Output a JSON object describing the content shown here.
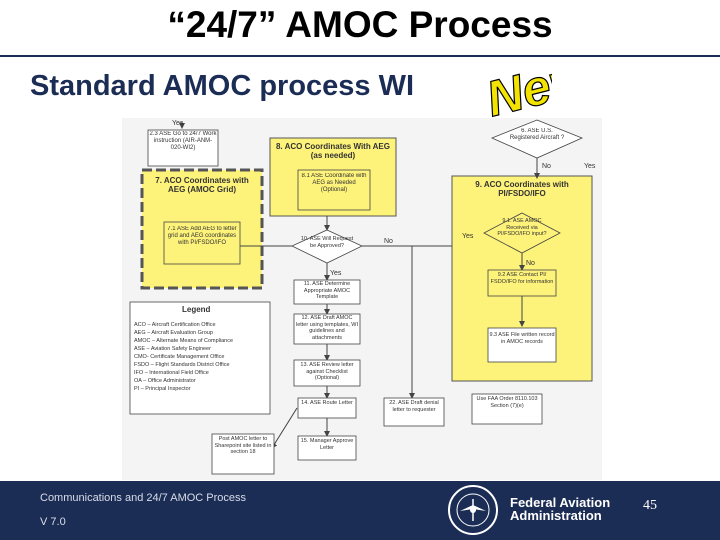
{
  "slide": {
    "title": "“24/7” AMOC Process",
    "subtitle": "Standard AMOC process WI",
    "badge_text": "New"
  },
  "flowchart": {
    "yes": "Yes",
    "no": "No",
    "b23": "2.3 ASE Go to 24/7 Work instruction (AIR-ANM-020-WI2)",
    "b7": "7. ACO Coordinates with AEG (AMOC Grid)",
    "b71": "7.1 ASE Add AEG to letter grid and AEG coordinates with PI/FSDO/IFO",
    "b8": "8. ACO Coordinates With AEG (as needed)",
    "b81": "8.1 ASE Coordinate with AEG as Needed (Optional)",
    "b6": "6. ASE U.S. Registered Aircraft ?",
    "b9": "9. ACO Coordinates with PI/FSDO/IFO",
    "b91": "9.1. ASE AMOC Received via PI/FSDO/IFO input?",
    "b92": "9.2 ASE Contact PI/ FSDO/IFO for information",
    "b93": "9.3 ASE File written record in AMOC records",
    "b10": "10. ASE Will Request be Approved?",
    "b11": "11. ASE Determine Appropriate AMOC Template",
    "b12": "12. ASE Draft AMOC letter using templates, WI guidelines and attachments",
    "b13": "13. ASE Review letter against Checklist (Optional)",
    "b14": "14. ASE Route Letter",
    "b22": "22. ASE Draft denial letter to requester",
    "bfaa": "Use FAA Order 8110.103 Section (7)(e)",
    "bpost": "Post AMOC letter to Sharepoint site listed in section 18",
    "b15": "15. Manager Approve Letter",
    "legend_title": "Legend",
    "legend": [
      "ACO – Aircraft Certification Office",
      "AEG – Aircraft Evaluation Group",
      "AMOC – Alternate Means of Compliance",
      "ASE – Aviation Safety Engineer",
      "CMO- Certificate Management Office",
      "FSDO – Flight Standards District Office",
      "IFO – International Field Office",
      "OA – Office Administrator",
      "PI – Principal Inspector"
    ]
  },
  "footer": {
    "text": "Communications and 24/7 AMOC Process",
    "version": "V 7.0",
    "org_line1": "Federal Aviation",
    "org_line2": "Administration",
    "page": "45"
  },
  "colors": {
    "navy": "#1b2c55",
    "highlight": "#fdf27a",
    "badge": "#f2e400"
  }
}
